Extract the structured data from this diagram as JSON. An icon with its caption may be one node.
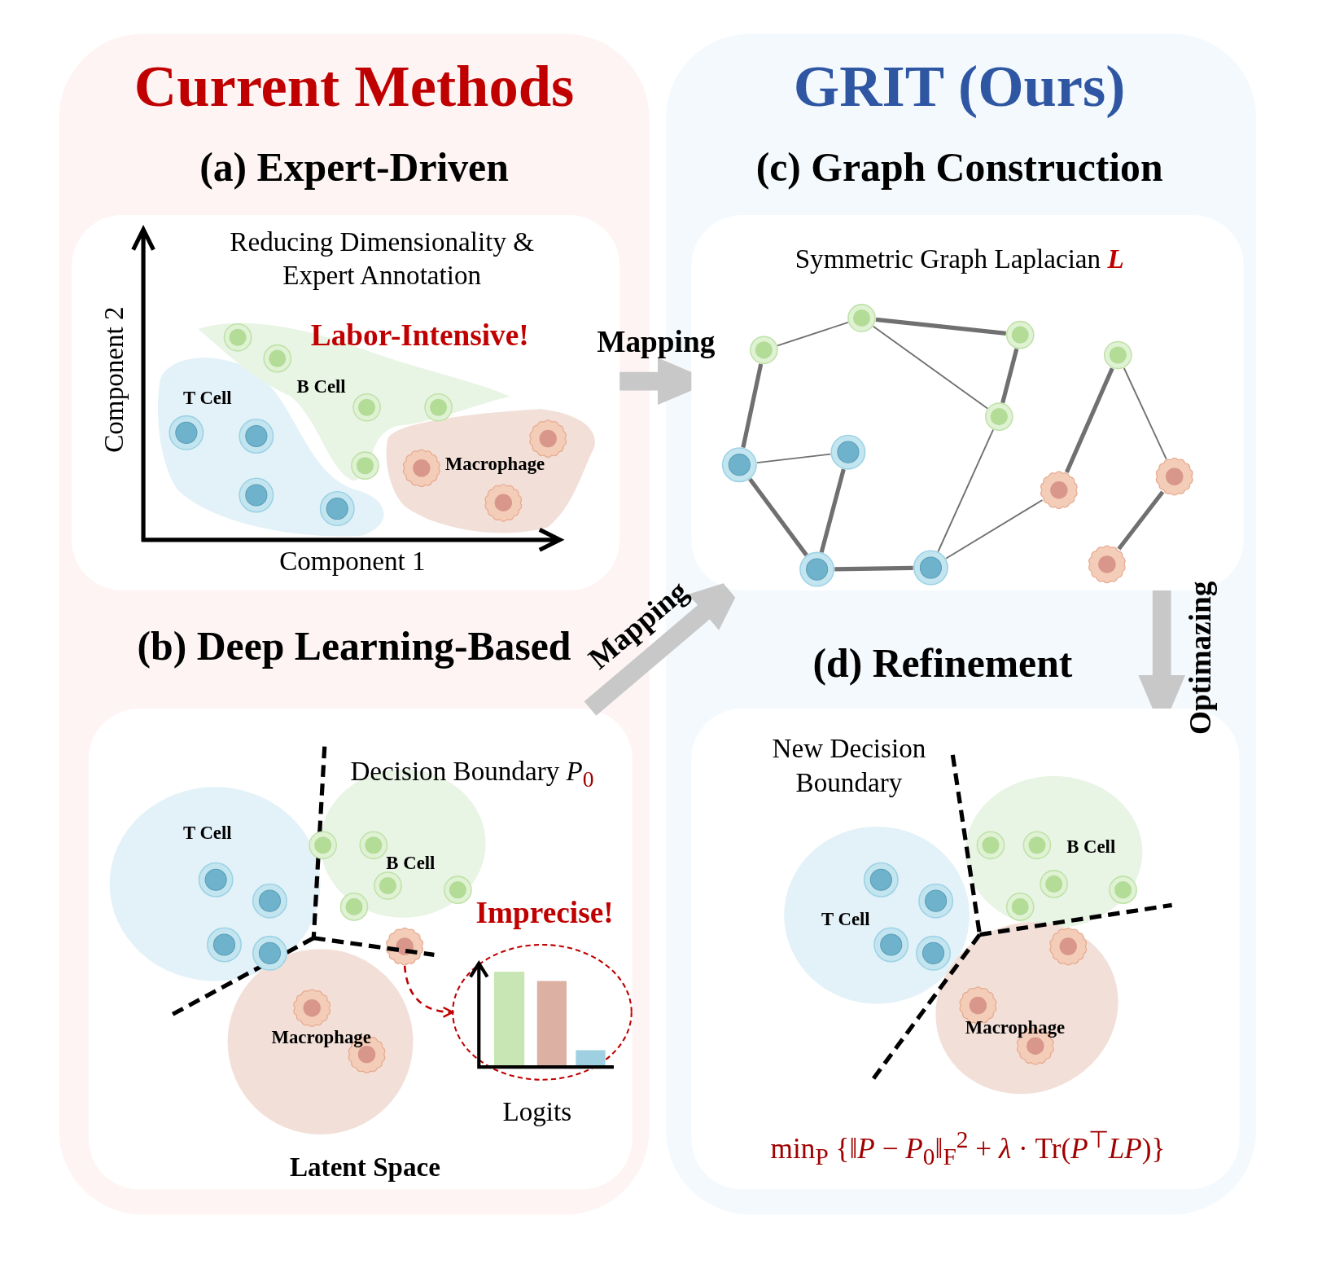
{
  "diagram": {
    "nodes": [
      {
        "text": [
          "Current Methods"
        ]
      },
      {
        "text": [
          "(a) Expert-Driven",
          "Reducing Dimensionality & Expert Annotation"
        ],
        "in": 0
      },
      {
        "text": [
          "(b) Deep Learning-Based",
          "Decision Boundary *P*$_{0}$"
        ],
        "in": 0
      },
      {
        "text": [],
        "shape": "circle",
        "in": 2
      },
      {
        "text": [],
        "shape": "circle",
        "in": 2,
        "beside": [
          "Logits"
        ]
      },
      {
        "text": [
          "GRIT (Ours)"
        ]
      },
      {
        "text": [
          "(c) Graph Construction",
          "Symmetric Graph Laplacian **L**"
        ],
        "in": 5
      },
      {
        "text": [],
        "shape": "circle",
        "in": 6
      },
      {
        "text": [],
        "shape": "circle",
        "in": 6
      },
      {
        "text": [],
        "shape": "circle",
        "in": 6
      },
      {
        "text": [],
        "shape": "circle",
        "in": 6
      },
      {
        "text": [],
        "shape": "circle",
        "in": 6
      },
      {
        "text": [],
        "shape": "circle",
        "in": 6
      },
      {
        "text": [],
        "shape": "circle",
        "in": 6
      },
      {
        "text": [],
        "shape": "circle",
        "in": 6
      },
      {
        "text": [],
        "shape": "circle",
        "in": 6
      },
      {
        "text": [],
        "shape": "circle",
        "in": 6
      },
      {
        "text": [],
        "shape": "circle",
        "in": 6
      },
      {
        "text": [],
        "shape": "circle",
        "in": 6
      },
      {
        "text": [
          "(d) Refinement",
          "New Decision Boundary"
        ],
        "in": 5
      }
    ],
    "edges": [
      {
        "from": 1,
        "to": 6,
        "arrow": "to",
        "label": "Mapping",
        "style": "thick",
        "color": "#c8c8c8"
      },
      {
        "from": 2,
        "to": 6,
        "arrow": "to",
        "label": "Mapping",
        "style": "thick",
        "color": "#c8c8c8"
      },
      {
        "from": 6,
        "to": 19,
        "arrow": "to",
        "label": "Optimazing",
        "style": "thick",
        "color": "#c8c8c8"
      },
      {
        "from": 3,
        "to": 4,
        "arrow": "to",
        "style": "dashed",
        "color": "#c00000"
      },
      {
        "from": 9,
        "to": 7,
        "arrow": "none"
      },
      {
        "from": 7,
        "to": 8,
        "arrow": "none"
      },
      {
        "from": 7,
        "to": 11,
        "arrow": "none"
      },
      {
        "from": 8,
        "to": 11,
        "arrow": "none"
      },
      {
        "from": 9,
        "to": 13,
        "arrow": "none"
      },
      {
        "from": 13,
        "to": 12,
        "arrow": "none"
      },
      {
        "from": 13,
        "to": 18,
        "arrow": "none"
      },
      {
        "from": 12,
        "to": 18,
        "arrow": "none"
      },
      {
        "from": 18,
        "to": 17,
        "arrow": "none"
      },
      {
        "from": 17,
        "to": 11,
        "arrow": "none"
      },
      {
        "from": 17,
        "to": 15,
        "arrow": "none"
      },
      {
        "from": 15,
        "to": 10,
        "arrow": "none"
      },
      {
        "from": 10,
        "to": 14,
        "arrow": "none"
      },
      {
        "from": 14,
        "to": 16,
        "arrow": "none"
      }
    ],
    "labels": [
      "Component 2",
      "Labor-Intensive!",
      "T Cell",
      "B Cell",
      "Macrophage",
      "Component 1",
      "T Cell",
      "B Cell",
      "Imprecise!",
      "Macrophage",
      "Latent Space",
      "B Cell",
      "T Cell",
      "Macrophage",
      "min$_{P}$ {‖*P* − *P*$_{0}$‖$_{F}$$^{2}$ + *λ* · Tr(*P*$^{⊤}$*LP*)}"
    ]
  }
}
